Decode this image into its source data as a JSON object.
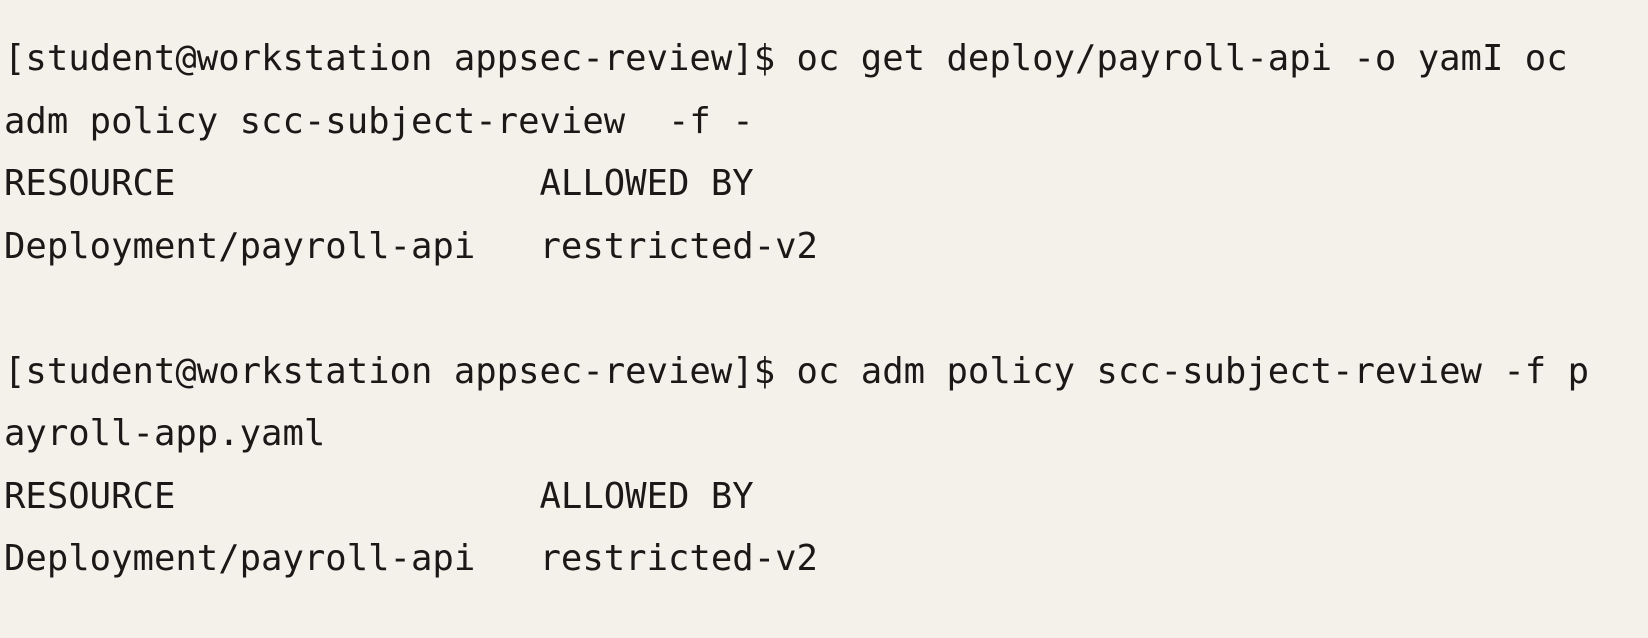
{
  "colors": {
    "terminal-bg": "#f4f0ea",
    "terminal-text": "#1b1918"
  },
  "terminal": {
    "prompt": "[student@workstation appsec-review]$",
    "lines": [
      {
        "role": "prompt-command-1-wrap-1",
        "text": "[student@workstation appsec-review]$ oc get deploy/payroll-api -o yamI oc"
      },
      {
        "role": "prompt-command-1-wrap-2",
        "text": "adm policy scc-subject-review  -f -"
      },
      {
        "role": "output-1-table-header",
        "text": "RESOURCE                 ALLOWED BY"
      },
      {
        "role": "output-1-table-row",
        "text": "Deployment/payroll-api   restricted-v2"
      },
      {
        "role": "blank-line",
        "text": ""
      },
      {
        "role": "prompt-command-2-wrap-1",
        "text": "[student@workstation appsec-review]$ oc adm policy scc-subject-review -f p"
      },
      {
        "role": "prompt-command-2-wrap-2",
        "text": "ayroll-app.yaml"
      },
      {
        "role": "output-2-table-header",
        "text": "RESOURCE                 ALLOWED BY"
      },
      {
        "role": "output-2-table-row",
        "text": "Deployment/payroll-api   restricted-v2"
      }
    ],
    "output_table": {
      "headers": [
        "RESOURCE",
        "ALLOWED BY"
      ],
      "rows": [
        [
          "Deployment/payroll-api",
          "restricted-v2"
        ],
        [
          "Deployment/payroll-api",
          "restricted-v2"
        ]
      ]
    }
  }
}
